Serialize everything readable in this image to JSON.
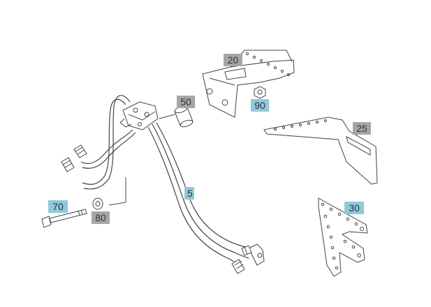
{
  "diagram": {
    "callouts": [
      {
        "id": "20",
        "text": "20",
        "color": "#a6a6a6"
      },
      {
        "id": "90",
        "text": "90",
        "color": "#8fc9dc"
      },
      {
        "id": "50",
        "text": "50",
        "color": "#a6a6a6"
      },
      {
        "id": "25",
        "text": "25",
        "color": "#a6a6a6"
      },
      {
        "id": "5",
        "text": "5",
        "color": "#8fc9dc"
      },
      {
        "id": "70",
        "text": "70",
        "color": "#8fc9dc"
      },
      {
        "id": "80",
        "text": "80",
        "color": "#a6a6a6"
      },
      {
        "id": "30",
        "text": "30",
        "color": "#8fc9dc"
      }
    ]
  }
}
